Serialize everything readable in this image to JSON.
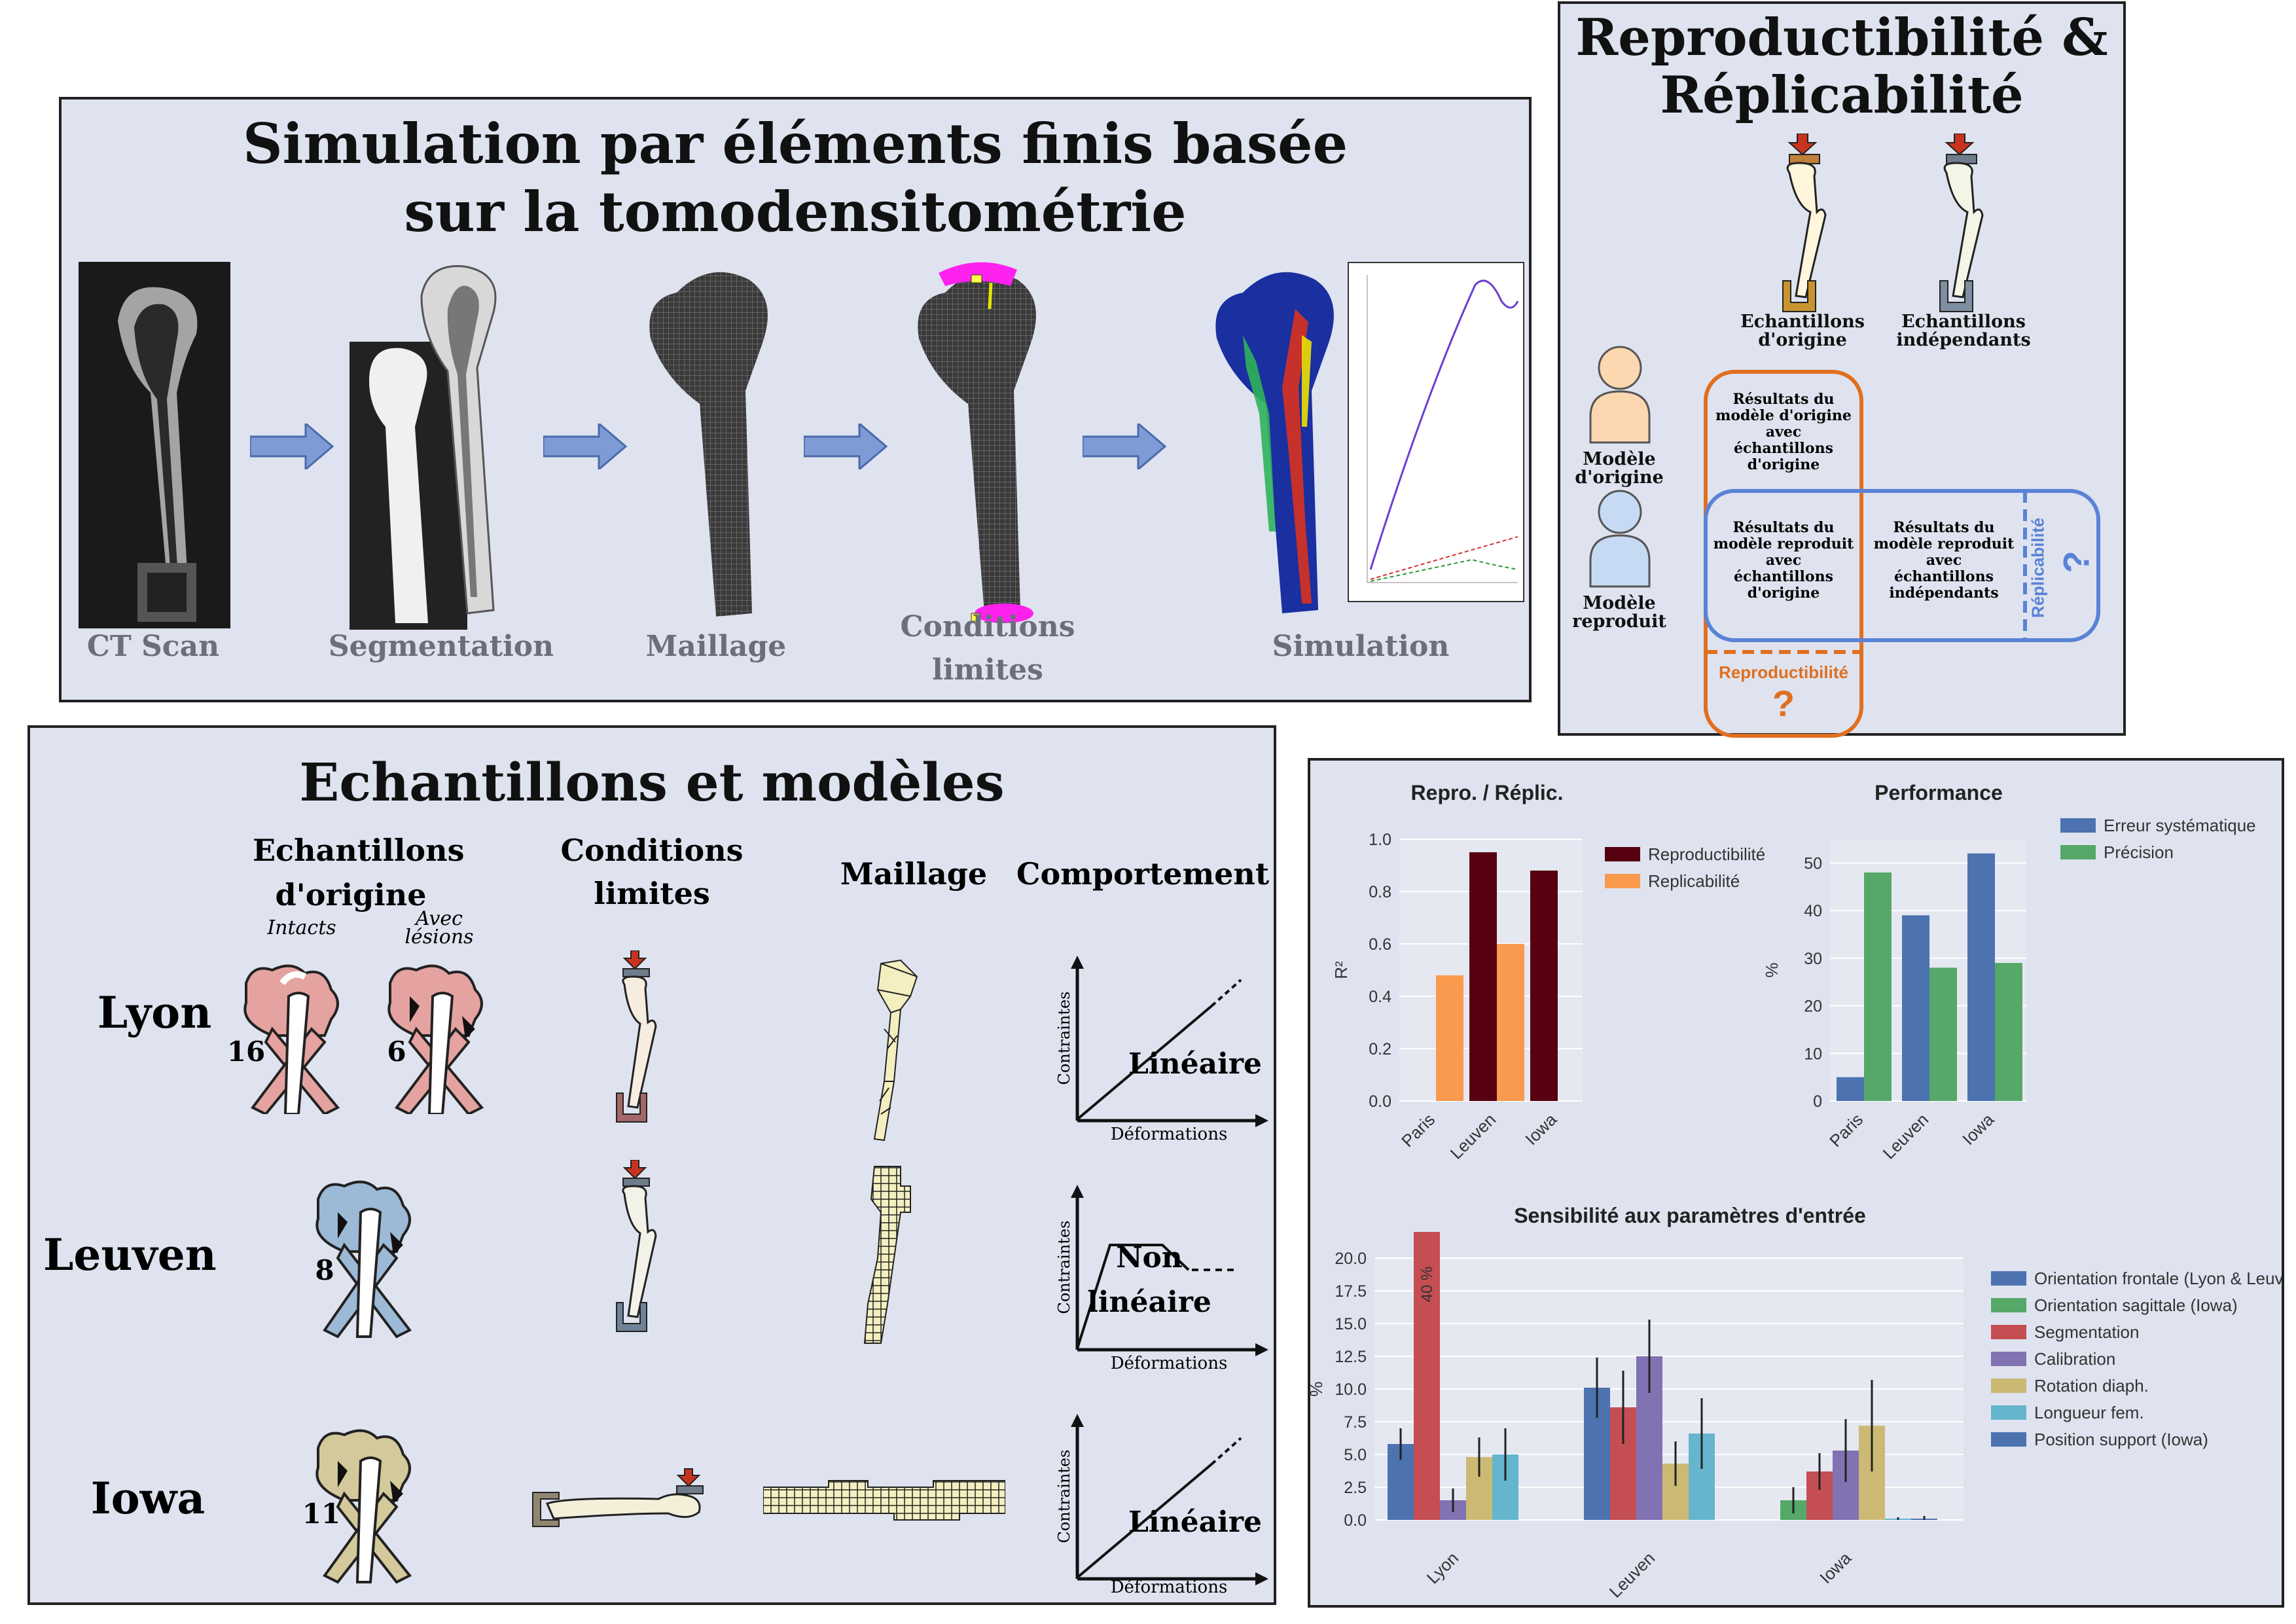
{
  "ct_panel": {
    "title_line1": "Simulation par éléments finis basée",
    "title_line2": "sur la tomodensitométrie",
    "steps": [
      "CT Scan",
      "Segmentation",
      "Maillage",
      "Conditions limites",
      "Simulation"
    ],
    "step4_line1": "Conditions",
    "step4_line2": "limites"
  },
  "repro_panel": {
    "title_line1": "Reproductibilité &",
    "title_line2": "Réplicabilité",
    "samples_orig_line1": "Echantillons",
    "samples_orig_line2": "d'origine",
    "samples_indep_line1": "Echantillons",
    "samples_indep_line2": "indépendants",
    "model_orig_line1": "Modèle",
    "model_orig_line2": "d'origine",
    "model_repro_line1": "Modèle",
    "model_repro_line2": "reproduit",
    "cell1": [
      "Résultats du",
      "modèle d'origine",
      "avec",
      "échantillons",
      "d'origine"
    ],
    "cell2": [
      "Résultats du",
      "modèle reproduit",
      "avec",
      "échantillons",
      "d'origine"
    ],
    "cell3": [
      "Résultats du",
      "modèle reproduit",
      "avec",
      "échantillons",
      "indépendants"
    ],
    "reproducibility_label": "Reproductibilité",
    "replicability_label": "Réplicabilité",
    "question": "?"
  },
  "samples_panel": {
    "title": "Echantillons et modèles",
    "col_samples_line1": "Echantillons",
    "col_samples_line2": "d'origine",
    "col_conditions_line1": "Conditions",
    "col_conditions_line2": "limites",
    "col_mesh": "Maillage",
    "col_behavior": "Comportement",
    "intacts": "Intacts",
    "lesions_line1": "Avec",
    "lesions_line2": "lésions",
    "rows": [
      {
        "site": "Lyon",
        "counts": [
          "16",
          "6"
        ],
        "behavior_line1": "Linéaire",
        "behavior_line2": ""
      },
      {
        "site": "Leuven",
        "counts": [
          "8"
        ],
        "behavior_line1": "Non",
        "behavior_line2": "linéaire"
      },
      {
        "site": "Iowa",
        "counts": [
          "11"
        ],
        "behavior_line1": "Linéaire",
        "behavior_line2": ""
      }
    ],
    "axis_y": "Contraintes",
    "axis_x": "Déformations"
  },
  "chart_data": [
    {
      "type": "bar",
      "title": "Repro. / Réplic.",
      "ylabel": "R²",
      "categories": [
        "Paris",
        "Leuven",
        "Iowa"
      ],
      "ylim": [
        0,
        1.0
      ],
      "yticks": [
        "0.0",
        "0.2",
        "0.4",
        "0.6",
        "0.8",
        "1.0"
      ],
      "legend_position": "right",
      "series": [
        {
          "name": "Reproductibilité",
          "color": "#560010",
          "values": [
            null,
            0.95,
            0.88
          ]
        },
        {
          "name": "Replicabilité",
          "color": "#f99a4e",
          "values": [
            0.48,
            0.6,
            null
          ]
        }
      ]
    },
    {
      "type": "bar",
      "title": "Performance",
      "ylabel": "%",
      "categories": [
        "Paris",
        "Leuven",
        "Iowa"
      ],
      "ylim": [
        0,
        55
      ],
      "yticks": [
        "0",
        "10",
        "20",
        "30",
        "40",
        "50"
      ],
      "legend_position": "top-right",
      "series": [
        {
          "name": "Erreur systématique",
          "color": "#4c72b0",
          "values": [
            5,
            39,
            52
          ]
        },
        {
          "name": "Précision",
          "color": "#55a868",
          "values": [
            48,
            28,
            29
          ]
        }
      ]
    },
    {
      "type": "bar",
      "title": "Sensibilité aux paramètres d'entrée",
      "ylabel": "%",
      "categories": [
        "Lyon",
        "Leuven",
        "Iowa"
      ],
      "ylim": [
        0,
        20
      ],
      "yticks": [
        "0.0",
        "2.5",
        "5.0",
        "7.5",
        "10.0",
        "12.5",
        "15.0",
        "17.5",
        "20.0"
      ],
      "annotation": "40 %",
      "legend_position": "right",
      "series": [
        {
          "name": "Orientation frontale  (Lyon & Leuven)",
          "color": "#4c72b0",
          "values": [
            5.8,
            10.1,
            null
          ],
          "errors": [
            1.2,
            2.3,
            null
          ]
        },
        {
          "name": "Orientation sagittale  (Iowa)",
          "color": "#55a868",
          "values": [
            null,
            null,
            1.5
          ],
          "errors": [
            null,
            null,
            1.0
          ]
        },
        {
          "name": "Segmentation",
          "color": "#c44e52",
          "values": [
            40,
            8.6,
            3.7
          ],
          "errors": [
            null,
            2.8,
            1.4
          ]
        },
        {
          "name": "Calibration",
          "color": "#8172b2",
          "values": [
            1.5,
            12.5,
            5.3
          ],
          "errors": [
            0.9,
            2.8,
            2.4
          ]
        },
        {
          "name": "Rotation diaph.",
          "color": "#ccb974",
          "values": [
            4.8,
            4.3,
            7.2
          ],
          "errors": [
            1.5,
            1.7,
            3.5
          ]
        },
        {
          "name": "Longueur fem.",
          "color": "#64b5cd",
          "values": [
            5.0,
            6.6,
            0.1
          ],
          "errors": [
            2.0,
            2.7,
            0.1
          ]
        },
        {
          "name": "Position support  (Iowa)",
          "color": "#4c72b0",
          "values": [
            null,
            null,
            0.1
          ],
          "errors": [
            null,
            null,
            0.2
          ]
        }
      ]
    }
  ]
}
